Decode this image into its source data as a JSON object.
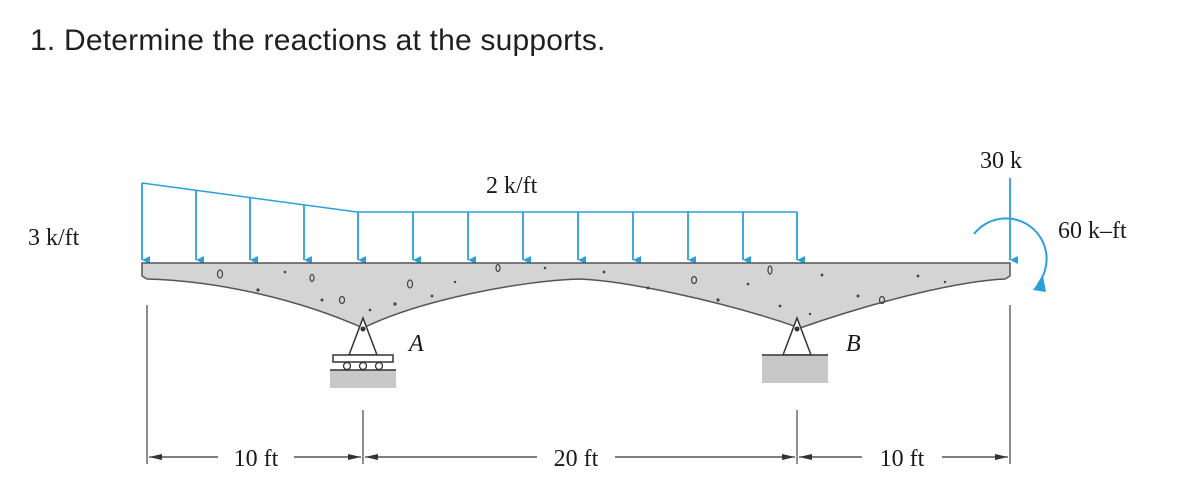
{
  "question": "1. Determine the reactions at the supports.",
  "colors": {
    "load": "#2a9fdc",
    "beam_fill": "#d4d4d4",
    "beam_stroke": "#555555",
    "support": "#ffffff",
    "ground": "#c8c8c8"
  },
  "loads": {
    "left_intensity": "3 k/ft",
    "uniform_intensity": "2 k/ft",
    "point_load": "30 k",
    "moment": "60 k–ft"
  },
  "supports": {
    "a": "A",
    "b": "B"
  },
  "dimensions": {
    "seg1": "10 ft",
    "seg2": "20 ft",
    "seg3": "10 ft"
  },
  "icons": [
    "distributed-load-arrows",
    "point-load-arrow",
    "moment-arrow",
    "roller-support",
    "pin-support"
  ]
}
